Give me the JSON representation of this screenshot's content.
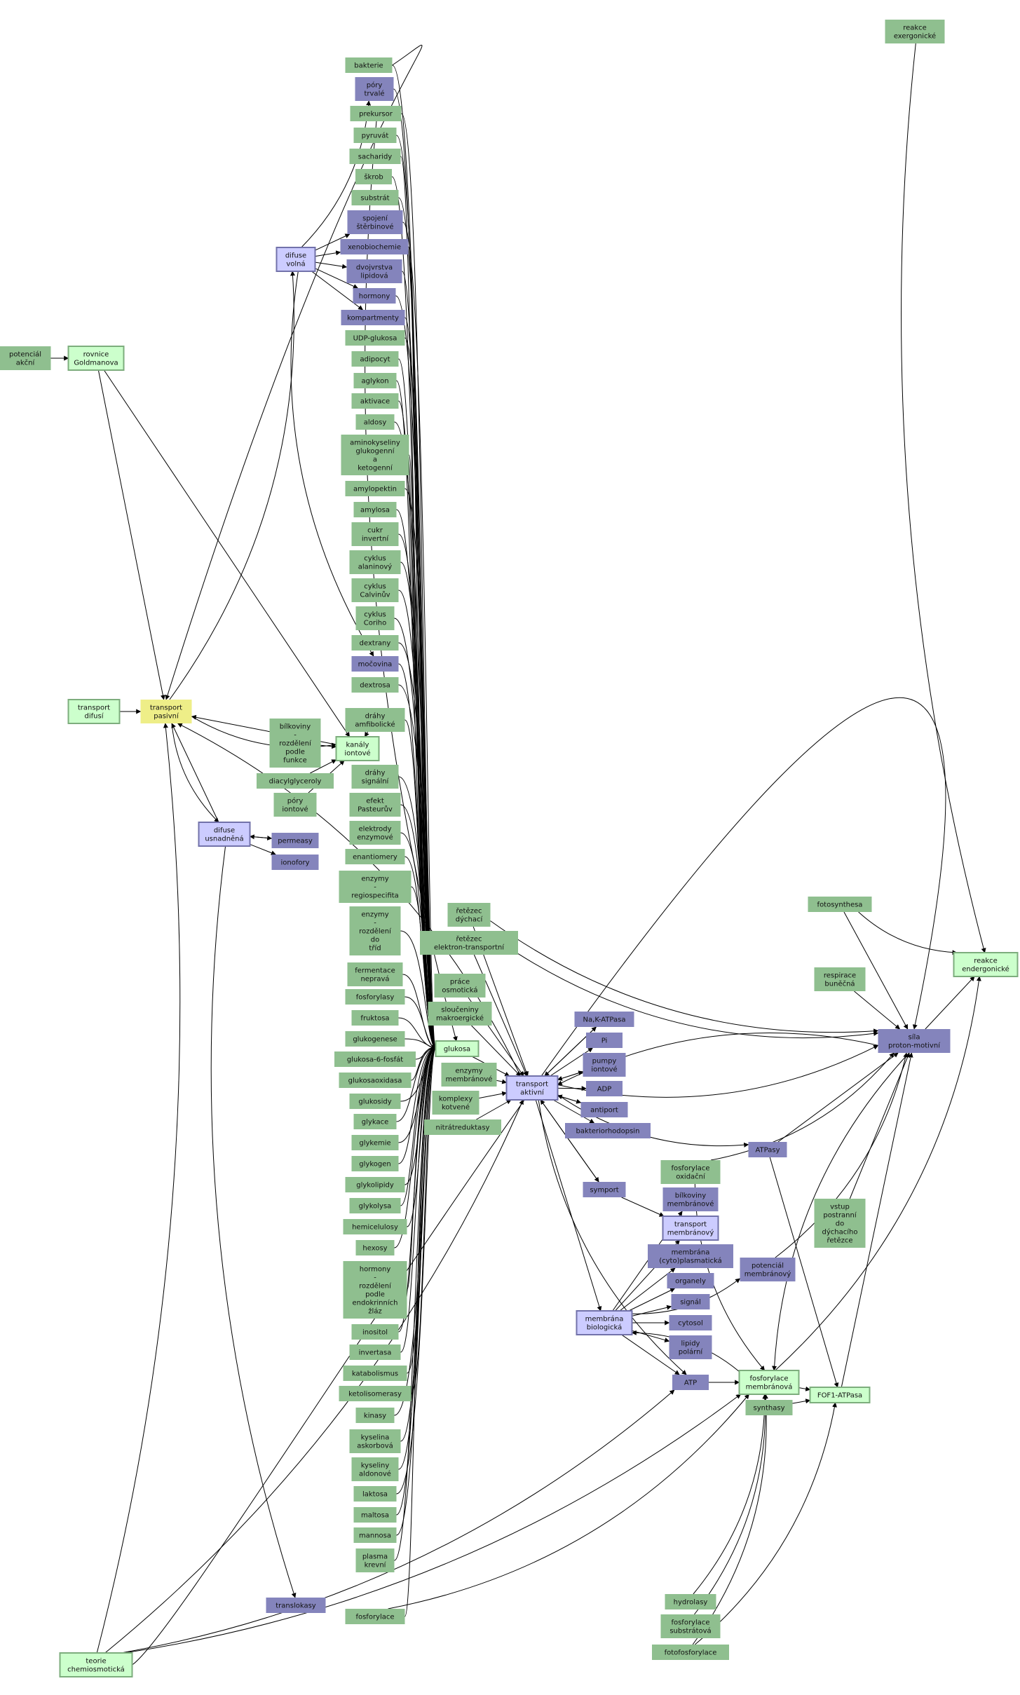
{
  "colors": {
    "green": "#8fbf8f",
    "purple": "#8484bc",
    "light_green": "#ccffcc",
    "light_purple": "#ccccff",
    "yellow": "#eeee88",
    "border_green": "#7dad7d",
    "border_purple": "#7272aa",
    "edge": "#000000"
  },
  "nodes": [
    {
      "id": "reakce_ex",
      "lines": [
        "reakce",
        "exergonické"
      ],
      "color": "green"
    },
    {
      "id": "potencial",
      "lines": [
        "potenciál",
        "akční"
      ],
      "color": "green"
    },
    {
      "id": "rovnice",
      "lines": [
        "rovnice",
        "Goldmanova"
      ],
      "color": "light_green"
    },
    {
      "id": "transport_difusi",
      "lines": [
        "transport",
        "difusí"
      ],
      "color": "light_green"
    },
    {
      "id": "transport_pasivni",
      "lines": [
        "transport",
        "pasivní"
      ],
      "color": "yellow"
    },
    {
      "id": "difuse_volna",
      "lines": [
        "difuse",
        "volná"
      ],
      "color": "light_purple"
    },
    {
      "id": "difuse_usnadnena",
      "lines": [
        "difuse",
        "usnadněná"
      ],
      "color": "light_purple"
    },
    {
      "id": "bakterie",
      "lines": [
        "bakterie"
      ],
      "color": "green"
    },
    {
      "id": "pory_trvale",
      "lines": [
        "póry",
        "trvalé"
      ],
      "color": "purple"
    },
    {
      "id": "prekursor",
      "lines": [
        "prekursor"
      ],
      "color": "green"
    },
    {
      "id": "pyruvat",
      "lines": [
        "pyruvát"
      ],
      "color": "green"
    },
    {
      "id": "sacharidy",
      "lines": [
        "sacharidy"
      ],
      "color": "green"
    },
    {
      "id": "skrob",
      "lines": [
        "škrob"
      ],
      "color": "green"
    },
    {
      "id": "substrat",
      "lines": [
        "substrát"
      ],
      "color": "green"
    },
    {
      "id": "spojeni",
      "lines": [
        "spojení",
        "štěrbinové"
      ],
      "color": "purple"
    },
    {
      "id": "xenobiochemie",
      "lines": [
        "xenobiochemie"
      ],
      "color": "purple"
    },
    {
      "id": "dvojvrstva",
      "lines": [
        "dvojvrstva",
        "lipidová"
      ],
      "color": "purple"
    },
    {
      "id": "hormony1",
      "lines": [
        "hormony"
      ],
      "color": "purple"
    },
    {
      "id": "kompartmenty",
      "lines": [
        "kompartmenty"
      ],
      "color": "purple"
    },
    {
      "id": "udp",
      "lines": [
        "UDP-glukosa"
      ],
      "color": "green"
    },
    {
      "id": "adipocyt",
      "lines": [
        "adipocyt"
      ],
      "color": "green"
    },
    {
      "id": "aglykon",
      "lines": [
        "aglykon"
      ],
      "color": "green"
    },
    {
      "id": "aktivace",
      "lines": [
        "aktivace"
      ],
      "color": "green"
    },
    {
      "id": "aldosy",
      "lines": [
        "aldosy"
      ],
      "color": "green"
    },
    {
      "id": "aminokyseliny",
      "lines": [
        "aminokyseliny",
        "glukogenní",
        "a",
        "ketogenní"
      ],
      "color": "green"
    },
    {
      "id": "amylopektin",
      "lines": [
        "amylopektin"
      ],
      "color": "green"
    },
    {
      "id": "amylosa",
      "lines": [
        "amylosa"
      ],
      "color": "green"
    },
    {
      "id": "cukr",
      "lines": [
        "cukr",
        "invertní"
      ],
      "color": "green"
    },
    {
      "id": "cyklus_alan",
      "lines": [
        "cyklus",
        "alaninový"
      ],
      "color": "green"
    },
    {
      "id": "cyklus_calvin",
      "lines": [
        "cyklus",
        "Calvinův"
      ],
      "color": "green"
    },
    {
      "id": "cyklus_cori",
      "lines": [
        "cyklus",
        "Coriho"
      ],
      "color": "green"
    },
    {
      "id": "dextrany",
      "lines": [
        "dextrany"
      ],
      "color": "green"
    },
    {
      "id": "mocovina",
      "lines": [
        "močovina"
      ],
      "color": "purple"
    },
    {
      "id": "dextrosa",
      "lines": [
        "dextrosa"
      ],
      "color": "green"
    },
    {
      "id": "drahy_amf",
      "lines": [
        "dráhy",
        "amfibolické"
      ],
      "color": "green"
    },
    {
      "id": "bilkoviny_rozd",
      "lines": [
        "bílkoviny",
        "-",
        "rozdělení",
        "podle",
        "funkce"
      ],
      "color": "green"
    },
    {
      "id": "kanaly",
      "lines": [
        "kanály",
        "iontové"
      ],
      "color": "light_green"
    },
    {
      "id": "drahy_sig",
      "lines": [
        "dráhy",
        "signální"
      ],
      "color": "green"
    },
    {
      "id": "diacylglyceroly",
      "lines": [
        "diacylglyceroly"
      ],
      "color": "green"
    },
    {
      "id": "pory_iont",
      "lines": [
        "póry",
        "iontové"
      ],
      "color": "green"
    },
    {
      "id": "efekt",
      "lines": [
        "efekt",
        "Pasteurův"
      ],
      "color": "green"
    },
    {
      "id": "elektrody",
      "lines": [
        "elektrody",
        "enzymové"
      ],
      "color": "green"
    },
    {
      "id": "permeasy",
      "lines": [
        "permeasy"
      ],
      "color": "purple"
    },
    {
      "id": "ionofory",
      "lines": [
        "ionofory"
      ],
      "color": "purple"
    },
    {
      "id": "enantiomery",
      "lines": [
        "enantiomery"
      ],
      "color": "green"
    },
    {
      "id": "enzymy_reg",
      "lines": [
        "enzymy",
        "-",
        "regiospecifita"
      ],
      "color": "green"
    },
    {
      "id": "enzymy_rozd",
      "lines": [
        "enzymy",
        "-",
        "rozdělení",
        "do",
        "tříd"
      ],
      "color": "green"
    },
    {
      "id": "fermentace",
      "lines": [
        "fermentace",
        "nepravá"
      ],
      "color": "green"
    },
    {
      "id": "fosforylasy",
      "lines": [
        "fosforylasy"
      ],
      "color": "green"
    },
    {
      "id": "fruktosa",
      "lines": [
        "fruktosa"
      ],
      "color": "green"
    },
    {
      "id": "glukogenese",
      "lines": [
        "glukogenese"
      ],
      "color": "green"
    },
    {
      "id": "glukosa6f",
      "lines": [
        "glukosa-6-fosfát"
      ],
      "color": "green"
    },
    {
      "id": "glukosaoxidasa",
      "lines": [
        "glukosaoxidasa"
      ],
      "color": "green"
    },
    {
      "id": "glukosidy",
      "lines": [
        "glukosidy"
      ],
      "color": "green"
    },
    {
      "id": "glykace",
      "lines": [
        "glykace"
      ],
      "color": "green"
    },
    {
      "id": "glykemie",
      "lines": [
        "glykemie"
      ],
      "color": "green"
    },
    {
      "id": "glykogen",
      "lines": [
        "glykogen"
      ],
      "color": "green"
    },
    {
      "id": "glykolipidy",
      "lines": [
        "glykolipidy"
      ],
      "color": "green"
    },
    {
      "id": "glykolysa",
      "lines": [
        "glykolysa"
      ],
      "color": "green"
    },
    {
      "id": "hemicelulosy",
      "lines": [
        "hemicelulosy"
      ],
      "color": "green"
    },
    {
      "id": "hexosy",
      "lines": [
        "hexosy"
      ],
      "color": "green"
    },
    {
      "id": "hormony_rozd",
      "lines": [
        "hormony",
        "-",
        "rozdělení",
        "podle",
        "endokrinních",
        "žláz"
      ],
      "color": "green"
    },
    {
      "id": "inositol",
      "lines": [
        "inositol"
      ],
      "color": "green"
    },
    {
      "id": "invertasa",
      "lines": [
        "invertasa"
      ],
      "color": "green"
    },
    {
      "id": "katabolismus",
      "lines": [
        "katabolismus"
      ],
      "color": "green"
    },
    {
      "id": "ketolisomerasy",
      "lines": [
        "ketolisomerasy"
      ],
      "color": "green"
    },
    {
      "id": "kinasy",
      "lines": [
        "kinasy"
      ],
      "color": "green"
    },
    {
      "id": "kys_askorb",
      "lines": [
        "kyselina",
        "askorbová"
      ],
      "color": "green"
    },
    {
      "id": "kys_aldon",
      "lines": [
        "kyseliny",
        "aldonové"
      ],
      "color": "green"
    },
    {
      "id": "laktosa",
      "lines": [
        "laktosa"
      ],
      "color": "green"
    },
    {
      "id": "maltosa",
      "lines": [
        "maltosa"
      ],
      "color": "green"
    },
    {
      "id": "mannosa",
      "lines": [
        "mannosa"
      ],
      "color": "green"
    },
    {
      "id": "plazma",
      "lines": [
        "plasma",
        "krevní"
      ],
      "color": "green"
    },
    {
      "id": "translokasy",
      "lines": [
        "translokasy"
      ],
      "color": "purple"
    },
    {
      "id": "fosforylace_l",
      "lines": [
        "fosforylace"
      ],
      "color": "green"
    },
    {
      "id": "teorie",
      "lines": [
        "teorie",
        "chemiosmotická"
      ],
      "color": "light_green"
    },
    {
      "id": "retezec_dych",
      "lines": [
        "řetězec",
        "dýchací"
      ],
      "color": "green"
    },
    {
      "id": "retezec_el",
      "lines": [
        "řetězec",
        "elektron-transportní"
      ],
      "color": "green"
    },
    {
      "id": "prace",
      "lines": [
        "práce",
        "osmotická"
      ],
      "color": "green"
    },
    {
      "id": "slouceniny",
      "lines": [
        "sloučeniny",
        "makroergické"
      ],
      "color": "green"
    },
    {
      "id": "glukosa",
      "lines": [
        "glukosa"
      ],
      "color": "light_green"
    },
    {
      "id": "enzymy_membr",
      "lines": [
        "enzymy",
        "membránové"
      ],
      "color": "green"
    },
    {
      "id": "komplexy",
      "lines": [
        "komplexy",
        "kotvené"
      ],
      "color": "green"
    },
    {
      "id": "nitratreduktasy",
      "lines": [
        "nitrátreduktasy"
      ],
      "color": "green"
    },
    {
      "id": "transport_aktivni",
      "lines": [
        "transport",
        "aktivní"
      ],
      "color": "light_purple"
    },
    {
      "id": "naatp",
      "lines": [
        "Na,K-ATPasa"
      ],
      "color": "purple"
    },
    {
      "id": "pi",
      "lines": [
        "Pi"
      ],
      "color": "purple"
    },
    {
      "id": "pumpy",
      "lines": [
        "pumpy",
        "iontové"
      ],
      "color": "purple"
    },
    {
      "id": "adp",
      "lines": [
        "ADP"
      ],
      "color": "purple"
    },
    {
      "id": "antiport",
      "lines": [
        "antiport"
      ],
      "color": "purple"
    },
    {
      "id": "bakteriorhodopsin",
      "lines": [
        "bakteriorhodopsin"
      ],
      "color": "purple"
    },
    {
      "id": "symport",
      "lines": [
        "symport"
      ],
      "color": "purple"
    },
    {
      "id": "fosf_oxid",
      "lines": [
        "fosforylace",
        "oxidační"
      ],
      "color": "green"
    },
    {
      "id": "bilkoviny_membr",
      "lines": [
        "bílkoviny",
        "membránové"
      ],
      "color": "purple"
    },
    {
      "id": "transport_membr",
      "lines": [
        "transport",
        "membránový"
      ],
      "color": "light_purple"
    },
    {
      "id": "membrana_cyto",
      "lines": [
        "membrána",
        "(cyto)plasmatická"
      ],
      "color": "purple"
    },
    {
      "id": "organely",
      "lines": [
        "organely"
      ],
      "color": "purple"
    },
    {
      "id": "signal",
      "lines": [
        "signál"
      ],
      "color": "purple"
    },
    {
      "id": "cytosol",
      "lines": [
        "cytosol"
      ],
      "color": "purple"
    },
    {
      "id": "lipidy",
      "lines": [
        "lipidy",
        "polární"
      ],
      "color": "purple"
    },
    {
      "id": "membrana_bio",
      "lines": [
        "membrána",
        "biologická"
      ],
      "color": "light_purple"
    },
    {
      "id": "atp",
      "lines": [
        "ATP"
      ],
      "color": "purple"
    },
    {
      "id": "fosfo_membr",
      "lines": [
        "fosforylace",
        "membránová"
      ],
      "color": "light_green"
    },
    {
      "id": "synthasy",
      "lines": [
        "synthasy"
      ],
      "color": "green"
    },
    {
      "id": "fof1",
      "lines": [
        "FOF1-ATPasa"
      ],
      "color": "light_green"
    },
    {
      "id": "potencial_membr",
      "lines": [
        "potenciál",
        "membránový"
      ],
      "color": "purple"
    },
    {
      "id": "atpasy",
      "lines": [
        "ATPasy"
      ],
      "color": "purple"
    },
    {
      "id": "vstup",
      "lines": [
        "vstup",
        "postranní",
        "do",
        "dýchacího",
        "řetězce"
      ],
      "color": "green"
    },
    {
      "id": "fotosynthesa",
      "lines": [
        "fotosynthesa"
      ],
      "color": "green"
    },
    {
      "id": "respirace",
      "lines": [
        "respirace",
        "buněčná"
      ],
      "color": "green"
    },
    {
      "id": "sila",
      "lines": [
        "síla",
        "proton-motivní"
      ],
      "color": "purple"
    },
    {
      "id": "reakce_end",
      "lines": [
        "reakce",
        "endergonické"
      ],
      "color": "light_green"
    },
    {
      "id": "hydrolasy",
      "lines": [
        "hydrolasy"
      ],
      "color": "green"
    },
    {
      "id": "fosf_subst",
      "lines": [
        "fosforylace",
        "substrátová"
      ],
      "color": "green"
    },
    {
      "id": "fotofosforylace",
      "lines": [
        "fotofosforylace"
      ],
      "color": "green"
    }
  ]
}
